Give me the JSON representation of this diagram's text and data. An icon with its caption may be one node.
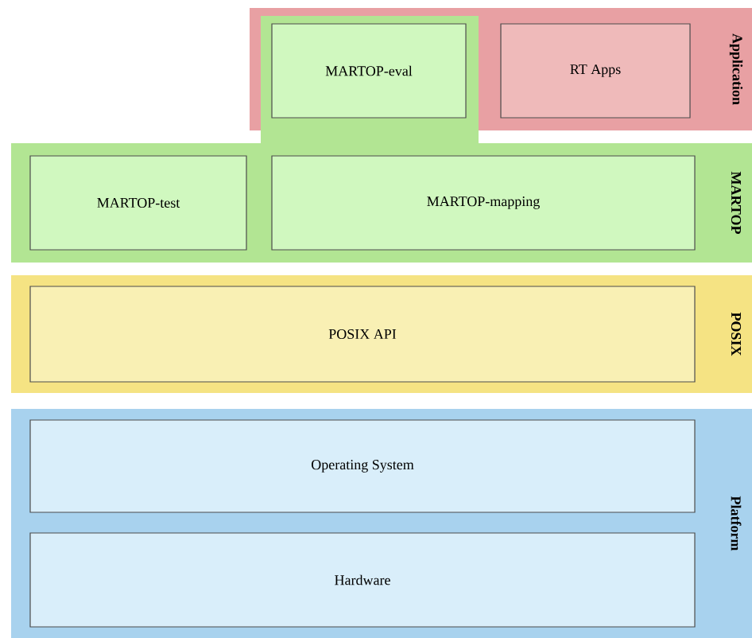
{
  "diagram": {
    "nodes": [
      {
        "text": [
          "Application"
        ]
      },
      {
        "text": [
          "RT Apps"
        ],
        "in": 0
      },
      {
        "text": [
          "MARTOP"
        ]
      },
      {
        "text": [
          "MARTOP-eval"
        ],
        "in": 0
      },
      {
        "text": [
          "MARTOP-test"
        ],
        "in": 2
      },
      {
        "text": [
          "MARTOP-mapping"
        ],
        "in": 2
      },
      {
        "text": [
          "POSIX"
        ]
      },
      {
        "text": [
          "POSIX API"
        ],
        "in": 6
      },
      {
        "text": [
          "Platform"
        ]
      },
      {
        "text": [
          "Operating System"
        ],
        "in": 8
      },
      {
        "text": [
          "Hardware"
        ],
        "in": 8
      }
    ]
  }
}
